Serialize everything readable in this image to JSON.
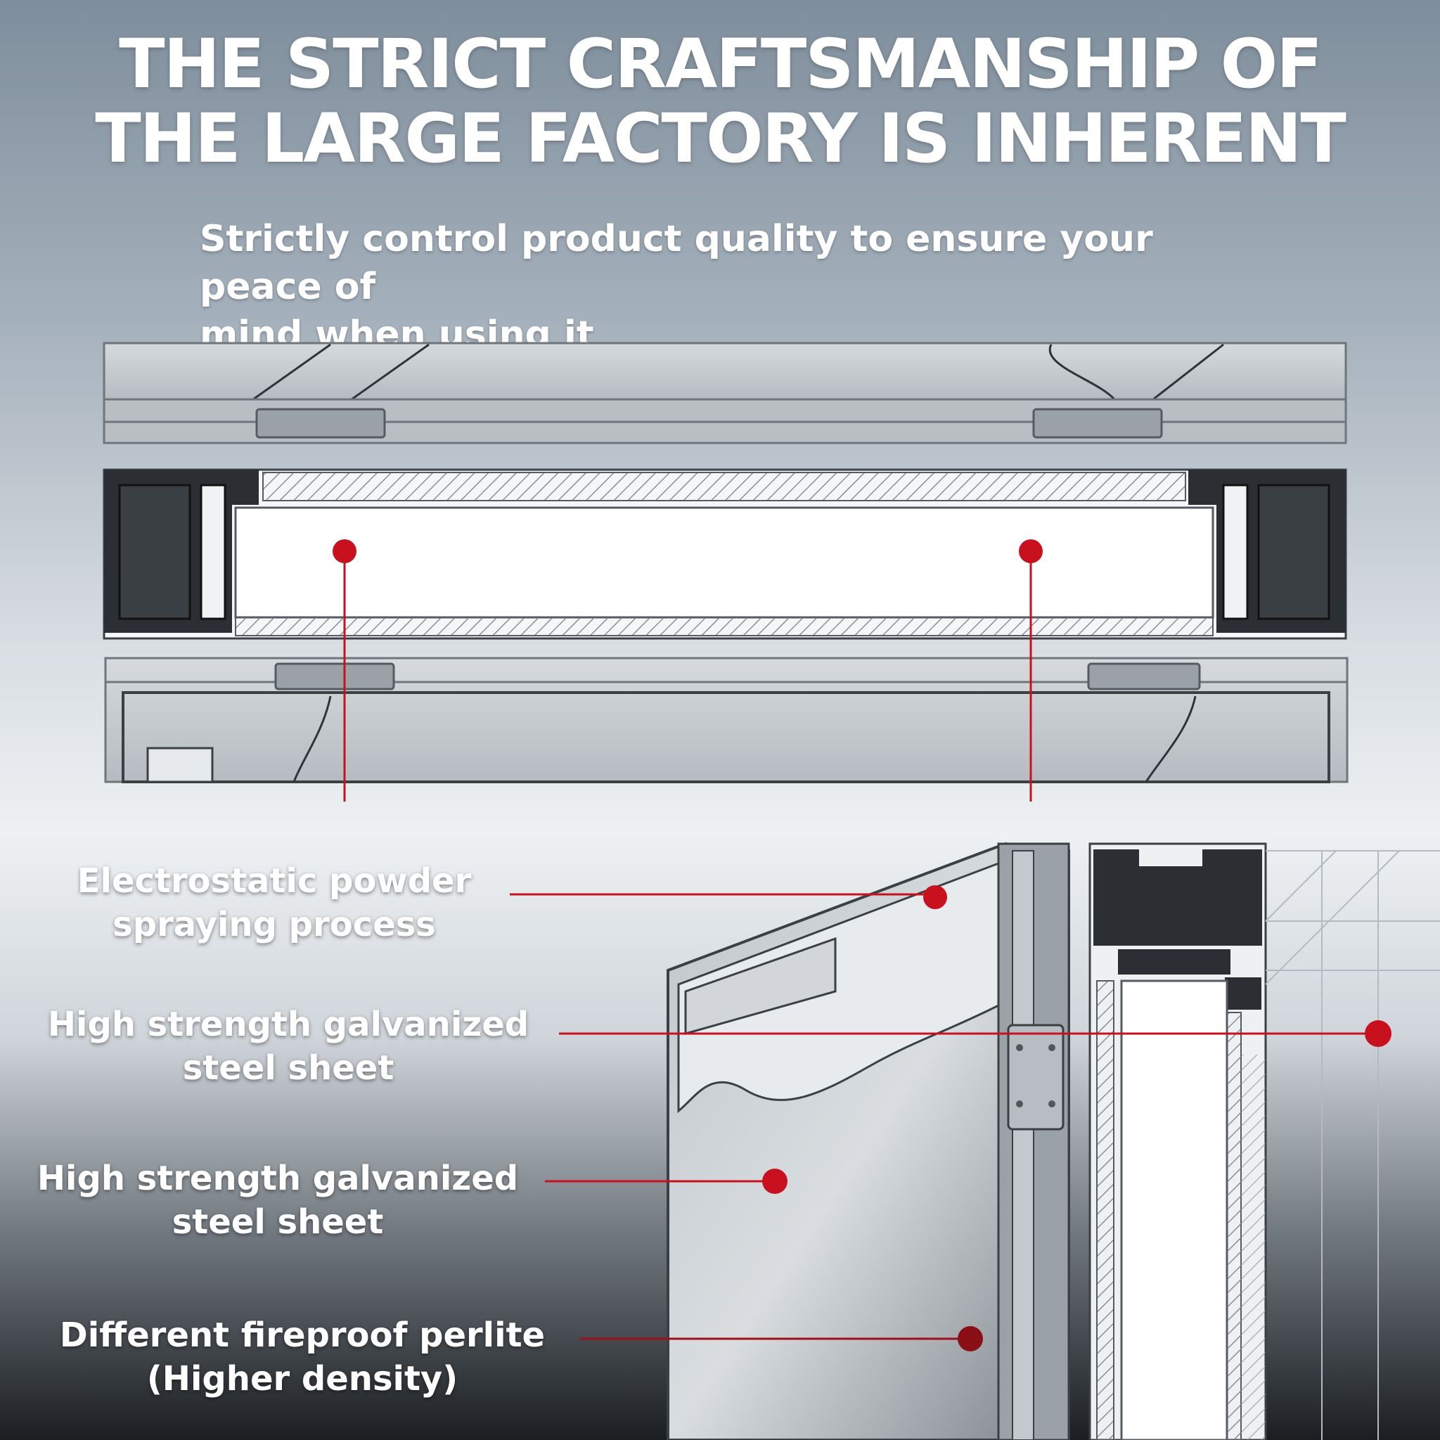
{
  "headline": {
    "line1": "THE STRICT CRAFTSMANSHIP OF",
    "line2": "THE LARGE FACTORY IS INHERENT"
  },
  "subhead": {
    "line1": "Strictly control product quality to ensure your peace of",
    "line2": "mind when using it"
  },
  "labels": [
    {
      "line1": "Electrostatic powder",
      "line2": "spraying process"
    },
    {
      "line1": "High strength galvanized",
      "line2": "steel sheet"
    },
    {
      "line1": "High strength galvanized",
      "line2": "steel sheet"
    },
    {
      "line1": "Different fireproof perlite",
      "line2": "(Higher density)"
    }
  ],
  "colors": {
    "marker": "#c8101e",
    "profile": "#2b2f33",
    "metal": "#c9cdd1"
  }
}
